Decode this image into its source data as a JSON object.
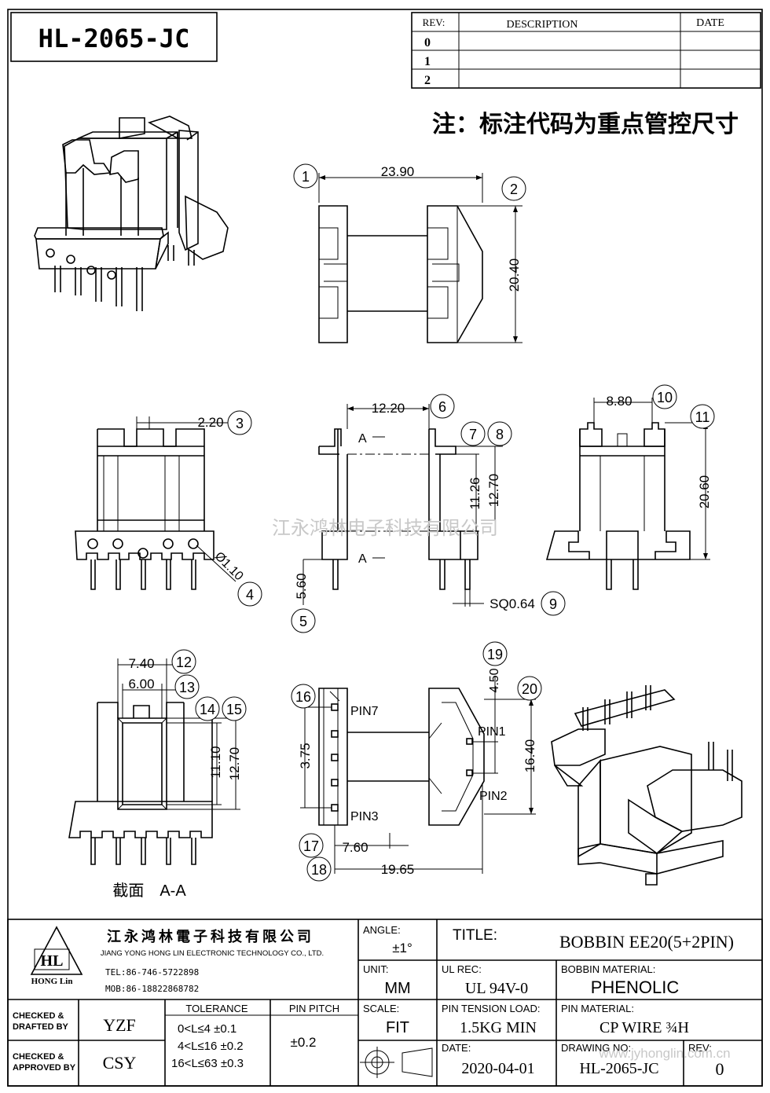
{
  "drawing_title": "HL-2065-JC",
  "revision_table": {
    "headers": {
      "rev": "REV:",
      "description": "DESCRIPTION",
      "date": "DATE"
    },
    "rows": [
      {
        "rev": "0",
        "description": "",
        "date": ""
      },
      {
        "rev": "1",
        "description": "",
        "date": ""
      },
      {
        "rev": "2",
        "description": "",
        "date": ""
      }
    ]
  },
  "note": "注：标注代码为重点管控尺寸",
  "dimensions": {
    "d1": "23.90",
    "d2": "20.40",
    "d3": "2.20",
    "d4": "Ø1.10",
    "d5": "5.60",
    "d6": "12.20",
    "d9": "SQ0.64",
    "d10": "8.80",
    "d11": "20.60",
    "d_11_26": "11.26",
    "d_12_70": "12.70",
    "d12": "7.40",
    "d13": "6.00",
    "d14_11_10": "11.10",
    "d15_12_70": "12.70",
    "d16_3_75": "3.75",
    "d17": "7.60",
    "d18": "19.65",
    "d19": "4.50",
    "d20": "16.40"
  },
  "callouts": [
    "1",
    "2",
    "3",
    "4",
    "5",
    "6",
    "7",
    "8",
    "9",
    "10",
    "11",
    "12",
    "13",
    "14",
    "15",
    "16",
    "17",
    "18",
    "19",
    "20"
  ],
  "section_marks": {
    "a_top": "A",
    "a_bottom": "A"
  },
  "section_label": "截面　A-A",
  "pin_labels": {
    "pin7": "PIN7",
    "pin3": "PIN3",
    "pin1": "PIN1",
    "pin2": "PIN2"
  },
  "watermark": "江永鸿林电子科技有限公司",
  "title_block": {
    "company_cn": "江永鸿林電子科技有限公司",
    "company_en": "JIANG YONG HONG LIN ELECTRONIC TECHNOLOGY CO., LTD.",
    "logo_text": "HL",
    "logo_sub": "HONG Lin",
    "tel": "TEL:86-746-5722898",
    "mob": "MOB:86-18822868782",
    "angle_label": "ANGLE:",
    "angle_value": "±1°",
    "title_label": "TITLE:",
    "title_value": "BOBBIN EE20(5+2PIN)",
    "unit_label": "UNIT:",
    "unit_value": "MM",
    "ul_label": "UL REC:",
    "ul_value": "UL 94V-0",
    "material_label": "BOBBIN MATERIAL:",
    "material_value": "PHENOLIC",
    "checked_drafted_label_1": "CHECKED &",
    "checked_drafted_label_2": "DRAFTED BY",
    "drafted_by": "YZF",
    "tolerance_label": "TOLERANCE",
    "tol_1": "0<L≤4  ±0.1",
    "tol_2": "4<L≤16 ±0.2",
    "tol_3": "16<L≤63 ±0.3",
    "pin_pitch_label": "PIN PITCH",
    "pin_pitch_value": "±0.2",
    "scale_label": "SCALE:",
    "scale_value": "FIT",
    "pin_tension_label": "PIN TENSION LOAD:",
    "pin_tension_value": "1.5KG MIN",
    "pin_material_label": "PIN MATERIAL:",
    "pin_material_value": "CP WIRE ¾H",
    "checked_approved_label_1": "CHECKED &",
    "checked_approved_label_2": "APPROVED BY",
    "approved_by": "CSY",
    "date_label": "DATE:",
    "date_value": "2020-04-01",
    "drawing_no_label": "DRAWING NO:",
    "drawing_no_value": "HL-2065-JC",
    "rev_label": "REV:",
    "rev_value": "0",
    "site_watermark": "www.jyhonglin.com.cn"
  }
}
